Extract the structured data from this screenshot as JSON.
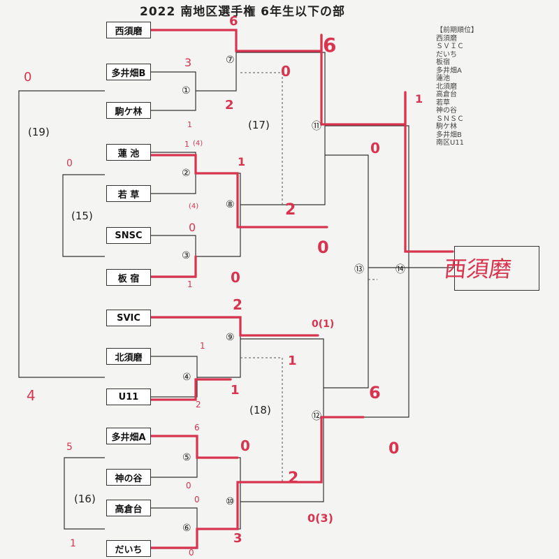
{
  "title": "2022 南地区選手権 6年生以下の部",
  "teams": [
    "西須磨",
    "多井畑B",
    "駒ケ林",
    "蓮 池",
    "若 草",
    "SNSC",
    "板 宿",
    "SVIC",
    "北須磨",
    "U11",
    "多井畑A",
    "神の谷",
    "高倉台",
    "だいち"
  ],
  "match_numbers": [
    "⑦",
    "①",
    "②",
    "⑧",
    "③",
    "⑪",
    "⑨",
    "④",
    "⑫",
    "⑤",
    "⑩",
    "⑥",
    "⑬",
    "⑭"
  ],
  "group_labels": [
    "(19)",
    "(17)",
    "(15)",
    "(18)",
    "(16)"
  ],
  "scores": [
    "6",
    "3",
    "2",
    "0",
    "1",
    "(4)",
    "1",
    "(4)",
    "1",
    "0",
    "0",
    "1",
    "0",
    "6",
    "0",
    "2",
    "0",
    "2",
    "0(1)",
    "1",
    "1",
    "1",
    "2",
    "6",
    "0",
    "6",
    "0",
    "0",
    "2",
    "0",
    "0",
    "3",
    "0(3)",
    "0",
    "4",
    "5",
    "1",
    "1"
  ],
  "champion": "西須磨",
  "ranking": {
    "header": "【前期順位】",
    "items": [
      "西須磨",
      "ＳＶＩＣ",
      "だいち",
      "板宿",
      "多井畑A",
      "蓮池",
      "北須磨",
      "高倉台",
      "若草",
      "神の谷",
      "ＳＮＳＣ",
      "駒ケ林",
      "多井畑B",
      "南区U11"
    ]
  },
  "colors": {
    "ink": "#333333",
    "red": "#d8344f",
    "paper": "#f4f4f2"
  }
}
